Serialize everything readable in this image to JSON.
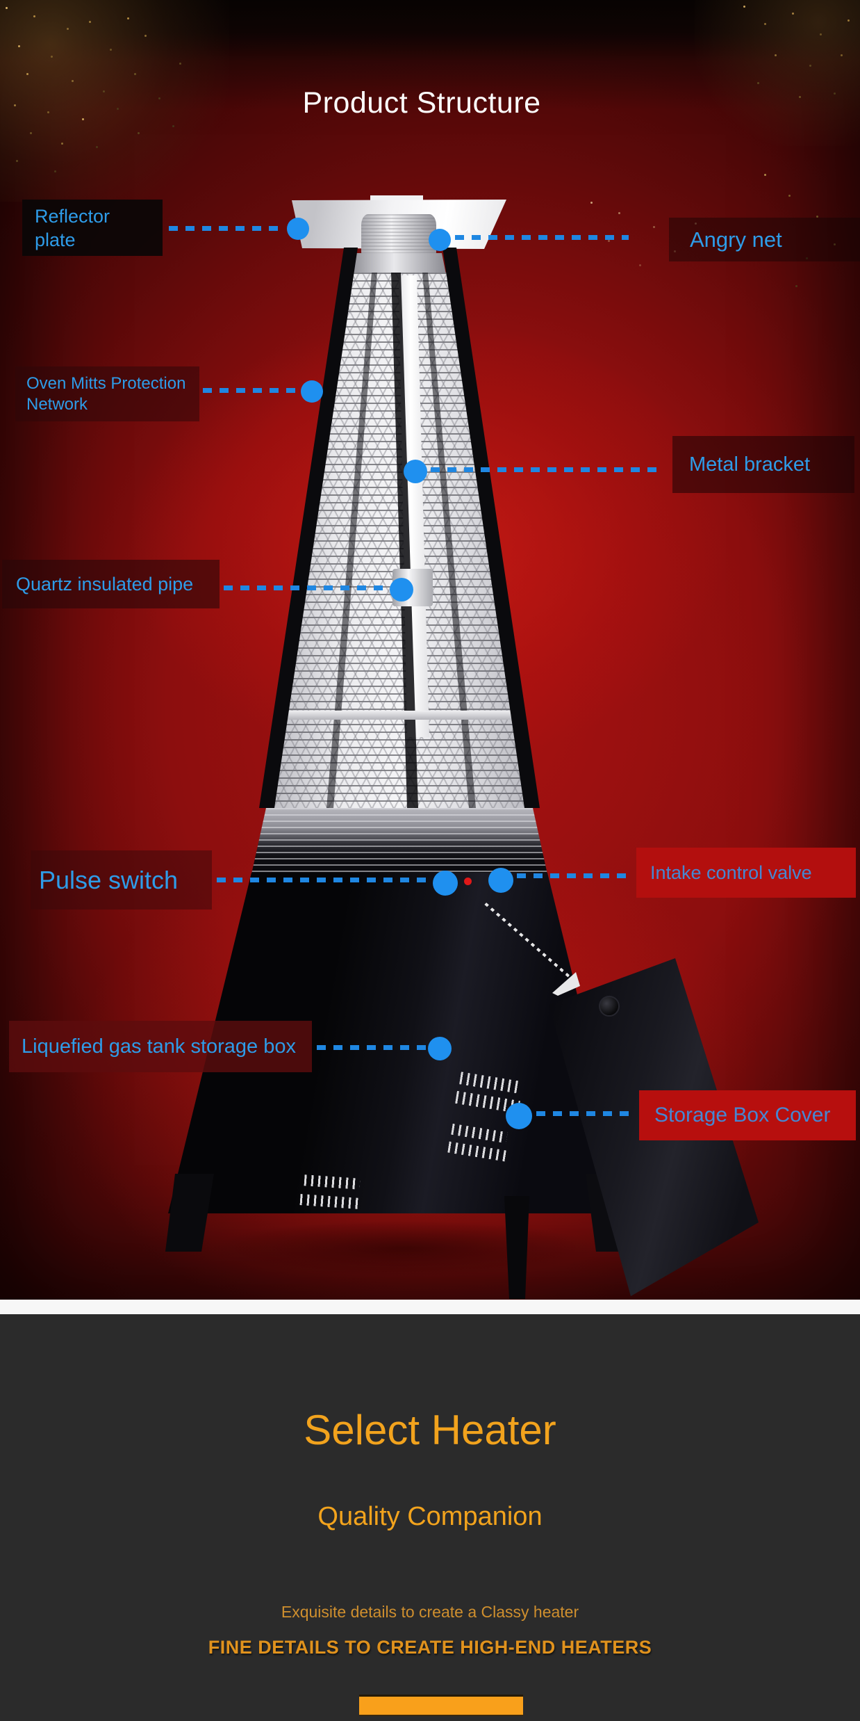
{
  "hero": {
    "title": "Product Structure",
    "labels": {
      "reflector_line1": "Reflector",
      "reflector_line2": "plate",
      "angry_net": "Angry net",
      "oven_line1": "Oven Mitts Protection",
      "oven_line2": "Network",
      "metal_bracket": "Metal bracket",
      "quartz_pipe": "Quartz insulated pipe",
      "pulse_switch": "Pulse switch",
      "intake_valve": "Intake control valve",
      "gas_tank_box": "Liquefied gas tank storage box",
      "storage_cover": "Storage Box Cover"
    },
    "colors": {
      "label_blue": "#2E9CE8",
      "dot_blue": "#1F90EF",
      "background_red": "#8C0E0E"
    }
  },
  "promo": {
    "heading": "Select Heater",
    "subheading": "Quality Companion",
    "tagline": "Exquisite details to create a Classy heater",
    "slogan": "FINE DETAILS TO CREATE HIGH-END HEATERS",
    "accent_orange": "#F2A31D"
  }
}
